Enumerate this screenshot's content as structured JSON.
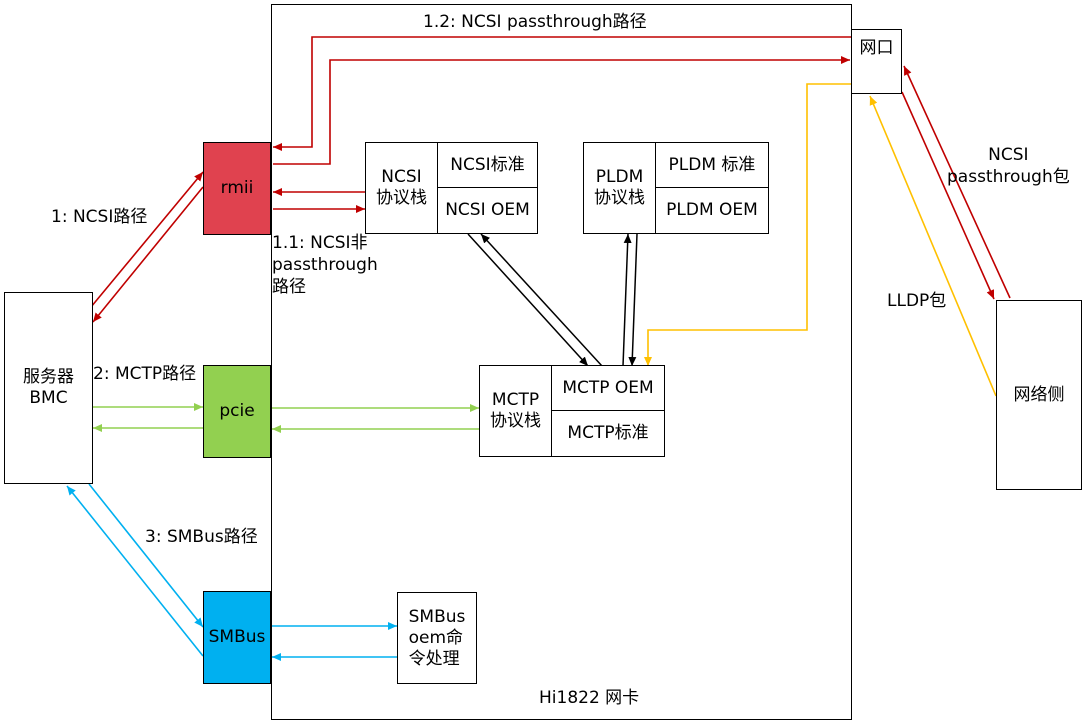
{
  "card": {
    "label": "Hi1822 网卡"
  },
  "bmc": {
    "label": "服务器\nBMC"
  },
  "network_side": {
    "label": "网络侧"
  },
  "port": {
    "label": "网口"
  },
  "interfaces": {
    "rmii": {
      "label": "rmii",
      "color": "#e0424f"
    },
    "pcie": {
      "label": "pcie",
      "color": "#92d050"
    },
    "smbus": {
      "label": "SMBus",
      "color": "#00b0f0"
    }
  },
  "ncsi_stack": {
    "label": "NCSI\n协议栈",
    "standard": "NCSI标准",
    "oem": "NCSI OEM"
  },
  "pldm_stack": {
    "label": "PLDM\n协议栈",
    "standard": "PLDM 标准",
    "oem": "PLDM OEM"
  },
  "mctp_stack": {
    "label": "MCTP\n协议栈",
    "oem": "MCTP OEM",
    "standard": "MCTP标准"
  },
  "smbus_oem": {
    "label": "SMBus\noem命\n令处理"
  },
  "paths": {
    "ncsi": "1: NCSI路径",
    "ncsi_non_passthrough": "1.1: NCSI非\npassthrough\n路径",
    "ncsi_passthrough": "1.2: NCSI passthrough路径",
    "mctp": "2: MCTP路径",
    "smbus": "3: SMBus路径"
  },
  "packets": {
    "ncsi_passthrough": "NCSI\npassthrough包",
    "lldp": "LLDP包"
  },
  "colors": {
    "ncsi_path": "#c00000",
    "mctp_path": "#92d050",
    "smbus_path": "#00b0f0",
    "lldp_path": "#ffc000",
    "internal": "#000000"
  }
}
